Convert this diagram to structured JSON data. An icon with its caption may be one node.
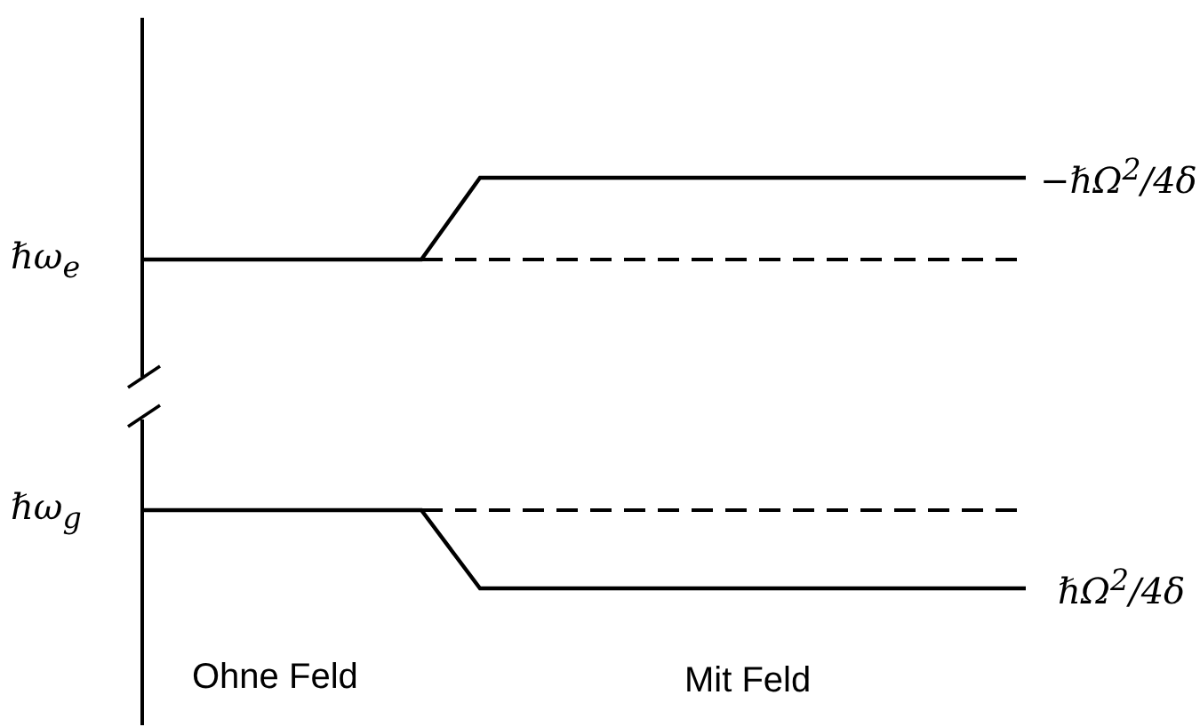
{
  "diagram": {
    "labels": [
      "ℏω$_{e}$",
      "−ℏΩ$^{2}$/4δ",
      "ℏω$_{g}$",
      "ℏΩ$^{2}$/4δ",
      "Ohne Feld",
      "Mit Feld"
    ]
  }
}
